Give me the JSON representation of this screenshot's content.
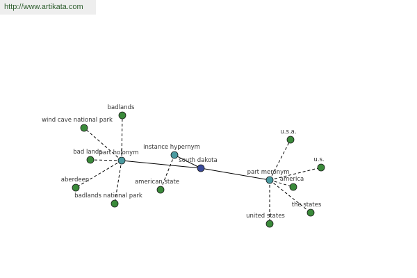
{
  "watermark": {
    "text": "http://www.artikata.com"
  },
  "colors": {
    "leaf": "#3a8a3a",
    "relation": "#4a9aa0",
    "center": "#3a4a9a",
    "edge": "#000000"
  },
  "graph": {
    "center": {
      "id": "south-dakota",
      "label": "south dakota"
    },
    "relations": [
      {
        "id": "part-holonym",
        "label": "part holonym",
        "leaves": [
          {
            "id": "badlands",
            "label": "badlands"
          },
          {
            "id": "wind-cave-national-park",
            "label": "wind cave national park"
          },
          {
            "id": "bad-lands",
            "label": "bad lands"
          },
          {
            "id": "aberdeen",
            "label": "aberdeen"
          },
          {
            "id": "badlands-national-park",
            "label": "badlands national park"
          }
        ]
      },
      {
        "id": "instance-hypernym",
        "label": "instance hypernym",
        "leaves": [
          {
            "id": "american-state",
            "label": "american state"
          }
        ]
      },
      {
        "id": "part-meronym",
        "label": "part meronym",
        "leaves": [
          {
            "id": "usa",
            "label": "u.s.a."
          },
          {
            "id": "us",
            "label": "u.s."
          },
          {
            "id": "america",
            "label": "america"
          },
          {
            "id": "the-states",
            "label": "the states"
          },
          {
            "id": "united-states",
            "label": "united states"
          }
        ]
      }
    ]
  }
}
